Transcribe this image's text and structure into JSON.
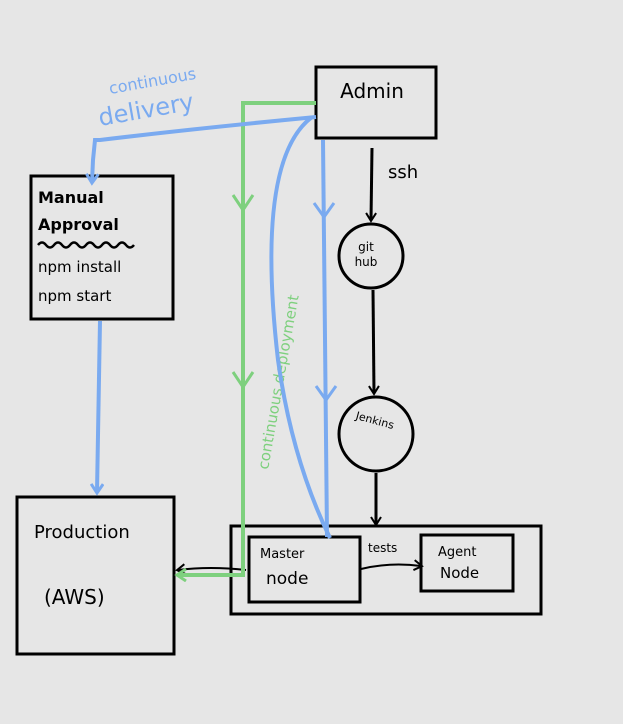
{
  "colors": {
    "background": "#e6e6e6",
    "ink": "#000000",
    "delivery_blue": "#7aaaf0",
    "deployment_green": "#7ed07e"
  },
  "nodes": {
    "admin": "Admin",
    "manual_approval_line1": "Manual",
    "manual_approval_line2": "Approval",
    "npm_install": "npm install",
    "npm_start": "npm start",
    "production_line1": "Production",
    "production_line2": "(AWS)",
    "github_line1": "git",
    "github_line2": "hub",
    "jenkins": "Jenkins",
    "master_node_line1": "Master",
    "master_node_line2": "node",
    "agent_node_line1": "Agent",
    "agent_node_line2": "Node"
  },
  "edge_labels": {
    "ssh": "ssh",
    "tests": "tests",
    "continuous_delivery_line1": "continuous",
    "continuous_delivery_line2": "delivery",
    "continuous_deployment": "continuous deployment"
  }
}
